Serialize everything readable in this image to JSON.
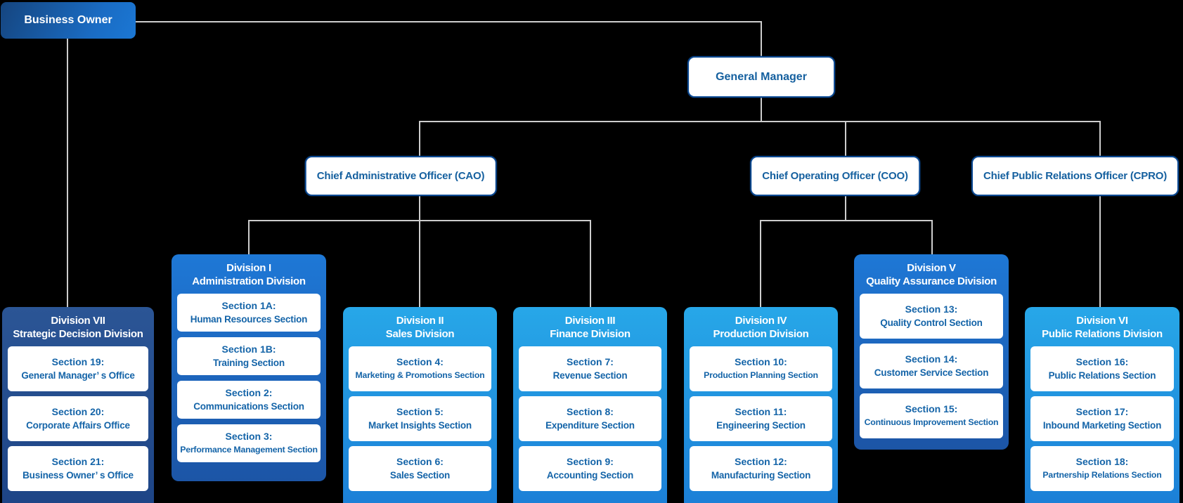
{
  "palette": {
    "background": "#000000",
    "connector_line": "#cdcdcd",
    "node_border": "#0c4a94",
    "node_text": "#15609f",
    "section_text": "#1464a8",
    "root_gradient": [
      "#15457f",
      "#1b77d4"
    ],
    "division_navy": [
      "#2b5595",
      "#1d4486"
    ],
    "division_blue": [
      "#1e78d6",
      "#1c55a6"
    ],
    "division_cyan": [
      "#27a7e8",
      "#1b7ed6"
    ]
  },
  "nodes": {
    "business_owner": "Business Owner",
    "general_manager": "General Manager",
    "officers": [
      {
        "label": "Chief Administrative Officer (CAO)"
      },
      {
        "label": "Chief Operating Officer (COO)"
      },
      {
        "label": "Chief Public Relations Officer (CPRO)"
      }
    ]
  },
  "divisions": [
    {
      "title1": "Division VII",
      "title2": "Strategic Decision Division",
      "sections": [
        {
          "line1": "Section 19:",
          "line2": "General Manager’ s Office"
        },
        {
          "line1": "Section 20:",
          "line2": "Corporate Affairs Office"
        },
        {
          "line1": "Section 21:",
          "line2": "Business Owner’ s Office"
        }
      ]
    },
    {
      "title1": "Division I",
      "title2": "Administration Division",
      "sections": [
        {
          "line1": "Section 1A:",
          "line2": "Human Resources Section"
        },
        {
          "line1": "Section 1B:",
          "line2": "Training Section"
        },
        {
          "line1": "Section 2:",
          "line2": "Communications Section"
        },
        {
          "line1": "Section 3:",
          "line2": "Performance Management Section"
        }
      ]
    },
    {
      "title1": "Division II",
      "title2": "Sales Division",
      "sections": [
        {
          "line1": "Section 4:",
          "line2": "Marketing & Promotions Section"
        },
        {
          "line1": "Section 5:",
          "line2": "Market Insights Section"
        },
        {
          "line1": "Section 6:",
          "line2": "Sales Section"
        }
      ]
    },
    {
      "title1": "Division III",
      "title2": "Finance Division",
      "sections": [
        {
          "line1": "Section 7:",
          "line2": "Revenue Section"
        },
        {
          "line1": "Section 8:",
          "line2": "Expenditure Section"
        },
        {
          "line1": "Section 9:",
          "line2": "Accounting Section"
        }
      ]
    },
    {
      "title1": "Division IV",
      "title2": "Production Division",
      "sections": [
        {
          "line1": "Section 10:",
          "line2": "Production Planning Section"
        },
        {
          "line1": "Section 11:",
          "line2": "Engineering Section"
        },
        {
          "line1": "Section 12:",
          "line2": "Manufacturing Section"
        }
      ]
    },
    {
      "title1": "Division V",
      "title2": "Quality Assurance Division",
      "sections": [
        {
          "line1": "Section 13:",
          "line2": "Quality Control Section"
        },
        {
          "line1": "Section 14:",
          "line2": "Customer Service Section"
        },
        {
          "line1": "Section 15:",
          "line2": "Continuous Improvement Section"
        }
      ]
    },
    {
      "title1": "Division VI",
      "title2": "Public Relations Division",
      "sections": [
        {
          "line1": "Section 16:",
          "line2": "Public Relations Section"
        },
        {
          "line1": "Section 17:",
          "line2": "Inbound Marketing Section"
        },
        {
          "line1": "Section 18:",
          "line2": "Partnership Relations Section"
        }
      ]
    }
  ]
}
